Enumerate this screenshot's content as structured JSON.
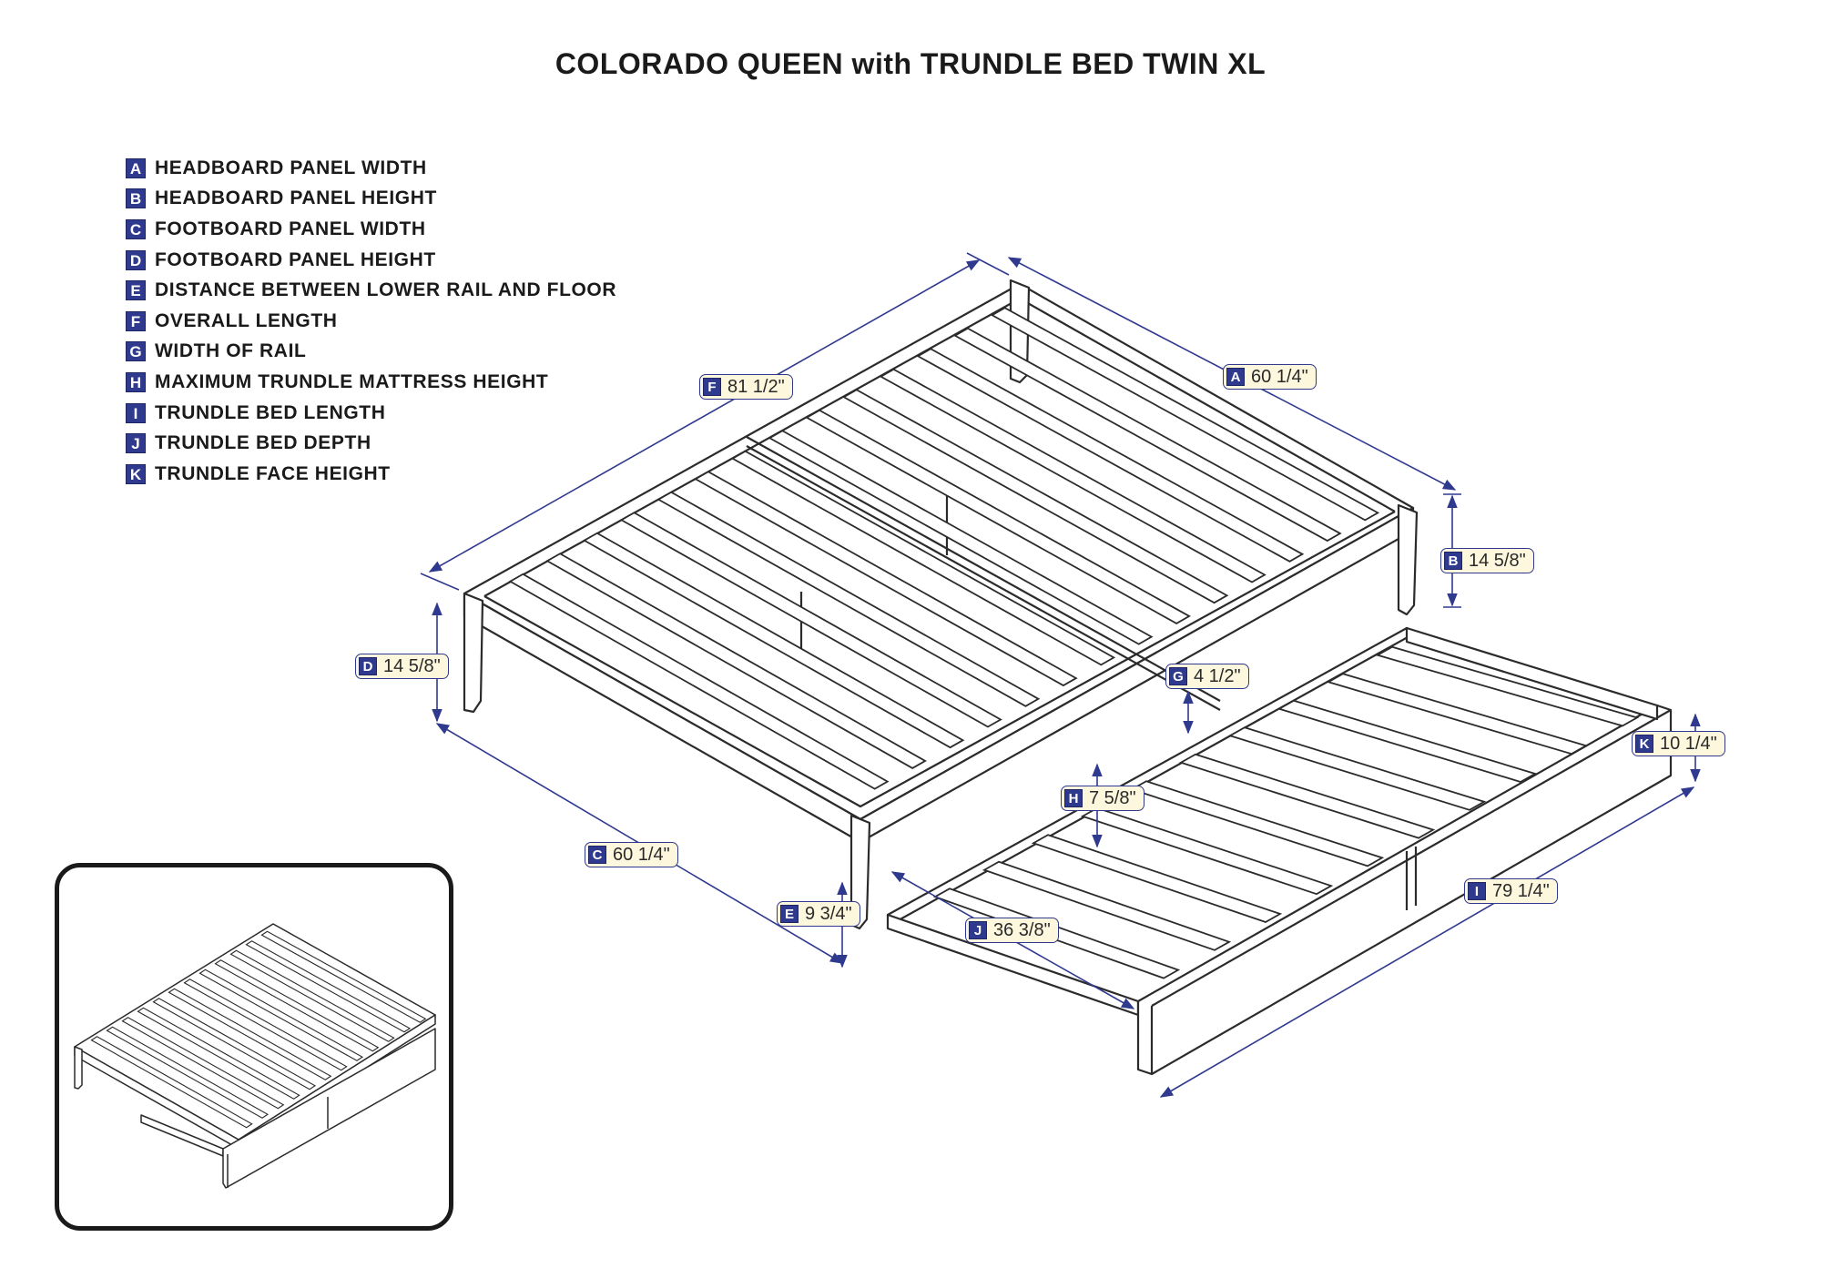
{
  "title": "COLORADO QUEEN with TRUNDLE BED TWIN XL",
  "legend": [
    {
      "key": "A",
      "text": "HEADBOARD PANEL WIDTH"
    },
    {
      "key": "B",
      "text": "HEADBOARD PANEL HEIGHT"
    },
    {
      "key": "C",
      "text": "FOOTBOARD PANEL WIDTH"
    },
    {
      "key": "D",
      "text": "FOOTBOARD PANEL HEIGHT"
    },
    {
      "key": "E",
      "text": "DISTANCE BETWEEN LOWER RAIL AND FLOOR"
    },
    {
      "key": "F",
      "text": "OVERALL LENGTH"
    },
    {
      "key": "G",
      "text": "WIDTH OF RAIL"
    },
    {
      "key": "H",
      "text": "MAXIMUM TRUNDLE MATTRESS HEIGHT"
    },
    {
      "key": "I",
      "text": "TRUNDLE BED LENGTH"
    },
    {
      "key": "J",
      "text": "TRUNDLE BED DEPTH"
    },
    {
      "key": "K",
      "text": "TRUNDLE FACE HEIGHT"
    }
  ],
  "dimensions": {
    "A": {
      "key": "A",
      "value": "60 1/4\""
    },
    "B": {
      "key": "B",
      "value": "14 5/8\""
    },
    "C": {
      "key": "C",
      "value": "60 1/4\""
    },
    "D": {
      "key": "D",
      "value": "14 5/8\""
    },
    "E": {
      "key": "E",
      "value": "9 3/4\""
    },
    "F": {
      "key": "F",
      "value": "81 1/2\""
    },
    "G": {
      "key": "G",
      "value": "4 1/2\""
    },
    "H": {
      "key": "H",
      "value": "7 5/8\""
    },
    "I": {
      "key": "I",
      "value": "79 1/4\""
    },
    "J": {
      "key": "J",
      "value": "36 3/8\""
    },
    "K": {
      "key": "K",
      "value": "10 1/4\""
    }
  },
  "colors": {
    "key_badge": "#2f3a8f",
    "label_fill": "#fdf7dd",
    "dimension_line": "#2f3a8f",
    "drawing_line": "#2b2b2b"
  }
}
